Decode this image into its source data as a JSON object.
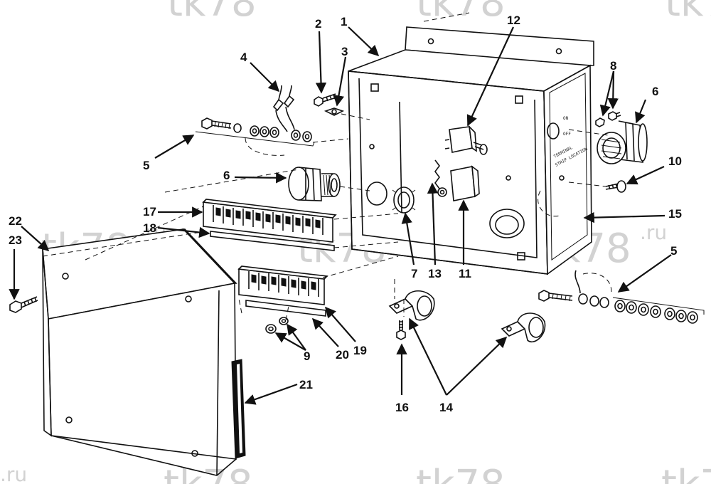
{
  "watermark": {
    "text": "tk78",
    "suffix": ".ru"
  },
  "box_label": {
    "line1": "TERMINAL",
    "line2": "STRIP LOCATION"
  },
  "callouts": [
    {
      "id": "c1",
      "text": "1"
    },
    {
      "id": "c2",
      "text": "2"
    },
    {
      "id": "c3",
      "text": "3"
    },
    {
      "id": "c4",
      "text": "4"
    },
    {
      "id": "c5a",
      "text": "5"
    },
    {
      "id": "c5b",
      "text": "5"
    },
    {
      "id": "c6a",
      "text": "6"
    },
    {
      "id": "c6b",
      "text": "6"
    },
    {
      "id": "c7",
      "text": "7"
    },
    {
      "id": "c8",
      "text": "8"
    },
    {
      "id": "c9",
      "text": "9"
    },
    {
      "id": "c10",
      "text": "10"
    },
    {
      "id": "c11",
      "text": "11"
    },
    {
      "id": "c12",
      "text": "12"
    },
    {
      "id": "c13",
      "text": "13"
    },
    {
      "id": "c14",
      "text": "14"
    },
    {
      "id": "c15",
      "text": "15"
    },
    {
      "id": "c16",
      "text": "16"
    },
    {
      "id": "c17",
      "text": "17"
    },
    {
      "id": "c18",
      "text": "18"
    },
    {
      "id": "c19",
      "text": "19"
    },
    {
      "id": "c20",
      "text": "20"
    },
    {
      "id": "c21",
      "text": "21"
    },
    {
      "id": "c22",
      "text": "22"
    },
    {
      "id": "c23",
      "text": "23"
    }
  ]
}
